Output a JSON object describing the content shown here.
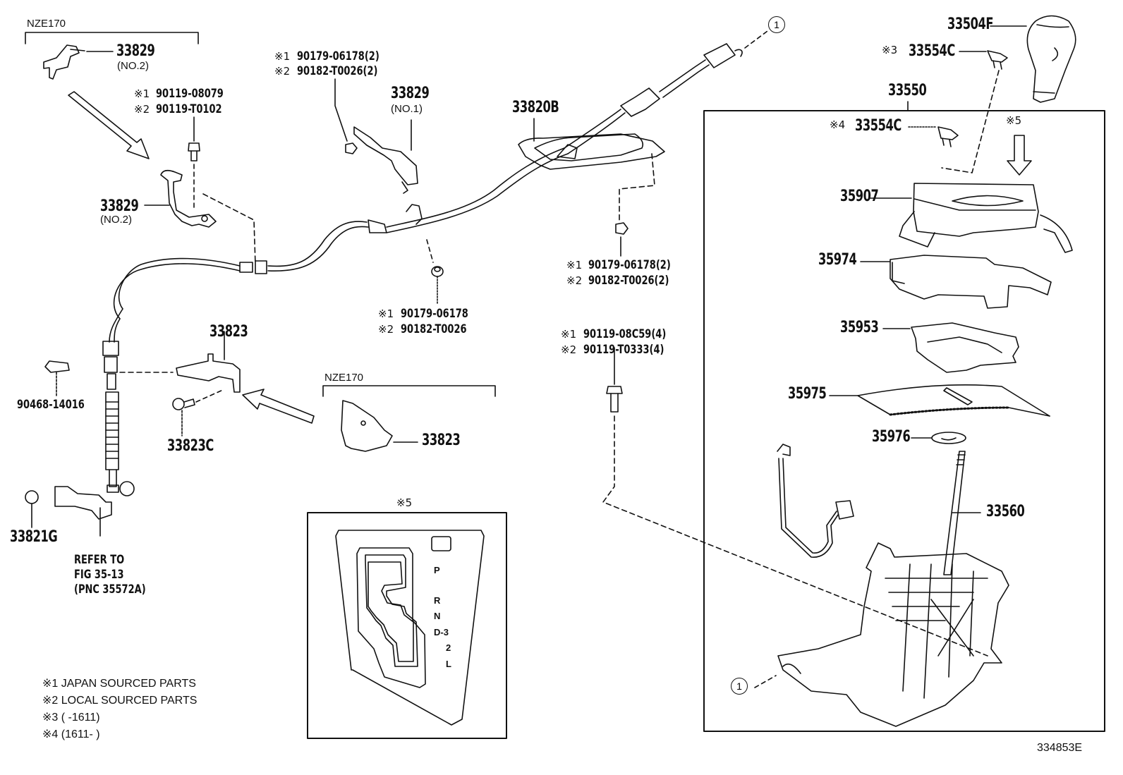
{
  "diagram": {
    "figure_id": "334853E",
    "group_labels": {
      "nze170_top": "NZE170",
      "nze170_mid": "NZE170",
      "note5_box": "※5",
      "note5_arrow": "※5"
    },
    "callouts": {
      "c1_top": "1",
      "c1_bottom": "1"
    },
    "parts": {
      "p33829_top": {
        "number": "33829",
        "sub": "(NO.2)"
      },
      "p33829_mid": {
        "number": "33829",
        "sub": "(NO.2)"
      },
      "p33829_no1": {
        "number": "33829",
        "sub": "(NO.1)"
      },
      "p33820B": {
        "number": "33820B"
      },
      "p33823": {
        "number": "33823"
      },
      "p33823_nze": {
        "number": "33823"
      },
      "p33823C": {
        "number": "33823C"
      },
      "p90468": {
        "number": "90468-14016"
      },
      "p33821G": {
        "number": "33821G"
      },
      "p33504F": {
        "number": "33504F"
      },
      "p33554C_3": {
        "mark": "※3",
        "number": "33554C"
      },
      "p33554C_4": {
        "mark": "※4",
        "number": "33554C"
      },
      "p33550": {
        "number": "33550"
      },
      "p35907": {
        "number": "35907"
      },
      "p35974": {
        "number": "35974"
      },
      "p35953": {
        "number": "35953"
      },
      "p35975": {
        "number": "35975"
      },
      "p35976": {
        "number": "35976"
      },
      "p33560": {
        "number": "33560"
      }
    },
    "fastener_pairs": {
      "bolt_top": {
        "m1": "※1",
        "n1": "90119-08079",
        "m2": "※2",
        "n2": "90119-T0102"
      },
      "nut_top": {
        "m1": "※1",
        "n1": "90179-06178(2)",
        "m2": "※2",
        "n2": "90182-T0026(2)"
      },
      "nut_mid": {
        "m1": "※1",
        "n1": "90179-06178",
        "m2": "※2",
        "n2": "90182-T0026"
      },
      "nut_right": {
        "m1": "※1",
        "n1": "90179-06178(2)",
        "m2": "※2",
        "n2": "90182-T0026(2)"
      },
      "bolt_right": {
        "m1": "※1",
        "n1": "90119-08C59(4)",
        "m2": "※2",
        "n2": "90119-T0333(4)"
      }
    },
    "refer_note": {
      "line1": "REFER TO",
      "line2": "FIG 35-13",
      "line3": "(PNC 35572A)"
    },
    "gear_positions": [
      "P",
      "R",
      "N",
      "D-3",
      "2",
      "L"
    ],
    "legend": [
      "※1 JAPAN SOURCED PARTS",
      "※2 LOCAL SOURCED PARTS",
      "※3 (      -1611)",
      "※4 (1611-      )"
    ]
  }
}
